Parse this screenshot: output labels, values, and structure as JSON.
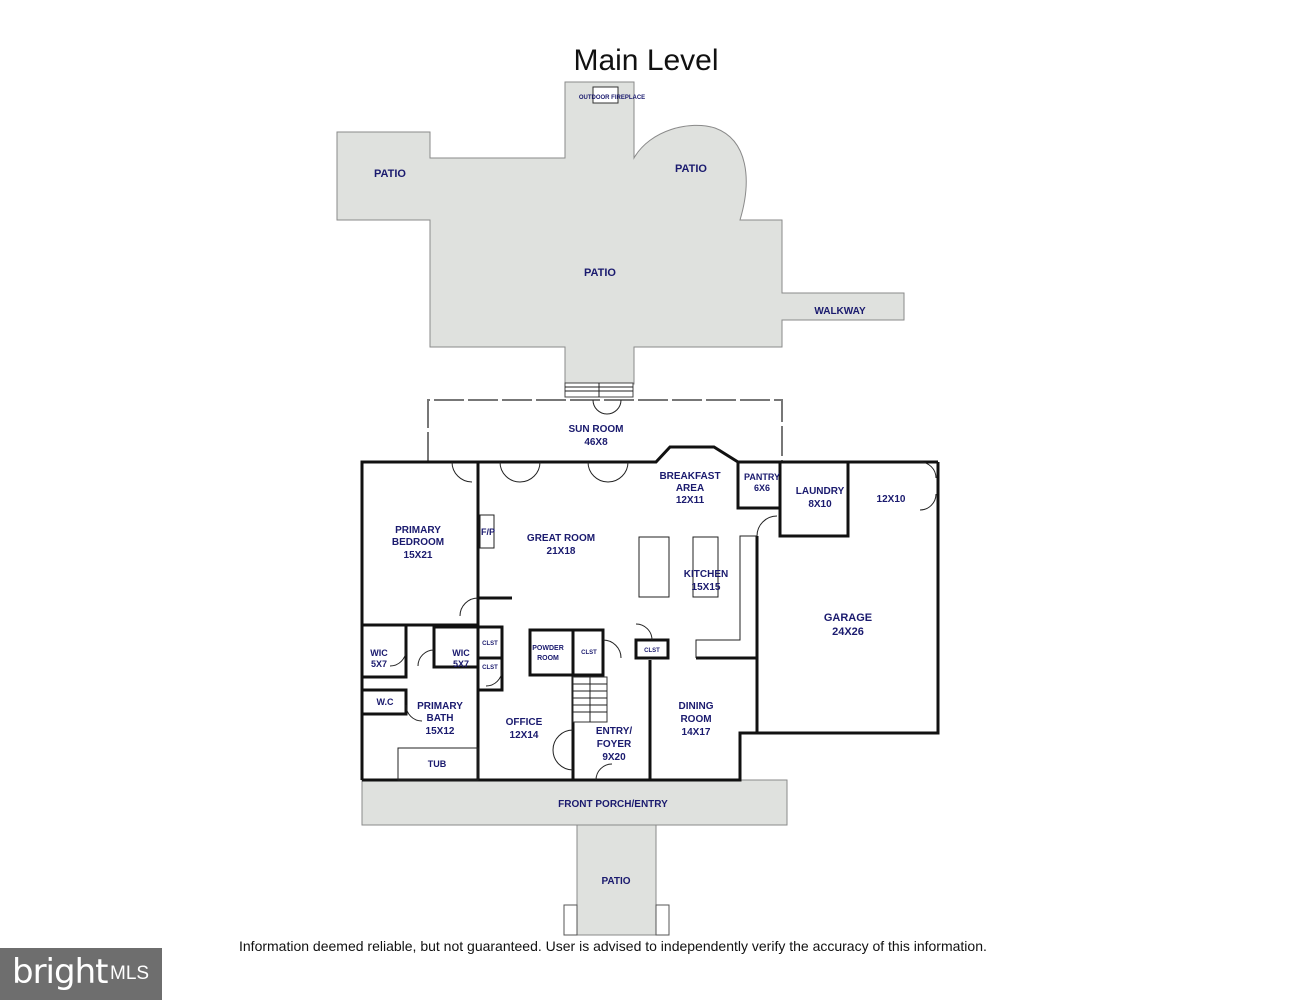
{
  "title": "Main Level",
  "disclaimer": "Information deemed reliable, but not guaranteed.  User is advised to independently verify the accuracy of this information.",
  "logo": {
    "brand": "bright",
    "suffix": "MLS"
  },
  "labels": {
    "outdoor_fireplace": "OUTDOOR FIREPLACE",
    "patio_left": "PATIO",
    "patio_round": "PATIO",
    "patio_main": "PATIO",
    "walkway": "WALKWAY",
    "sun_room": [
      "SUN ROOM",
      "46X8"
    ],
    "breakfast": [
      "BREAKFAST",
      "AREA",
      "12X11"
    ],
    "pantry": [
      "PANTRY",
      "6X6"
    ],
    "laundry": [
      "LAUNDRY",
      "8X10"
    ],
    "garage_extra": "12X10",
    "primary_bedroom": [
      "PRIMARY",
      "BEDROOM",
      "15X21"
    ],
    "fp": "F/P",
    "great_room": [
      "GREAT ROOM",
      "21X18"
    ],
    "kitchen": [
      "KITCHEN",
      "15X15"
    ],
    "garage": [
      "GARAGE",
      "24X26"
    ],
    "wic_left": [
      "WIC",
      "5X7"
    ],
    "wic_right": [
      "WIC",
      "5X7"
    ],
    "clst_a": "CLST",
    "clst_b": "CLST",
    "powder_room": [
      "POWDER",
      "ROOM"
    ],
    "clst_c": "CLST",
    "clst_d": "CLST",
    "wc": "W.C",
    "primary_bath": [
      "PRIMARY",
      "BATH",
      "15X12"
    ],
    "office": [
      "OFFICE",
      "12X14"
    ],
    "entry": [
      "ENTRY/",
      "FOYER",
      "9X20"
    ],
    "dining": [
      "DINING",
      "ROOM",
      "14X17"
    ],
    "tub": "TUB",
    "front_porch": "FRONT PORCH/ENTRY",
    "patio_front": "PATIO"
  }
}
